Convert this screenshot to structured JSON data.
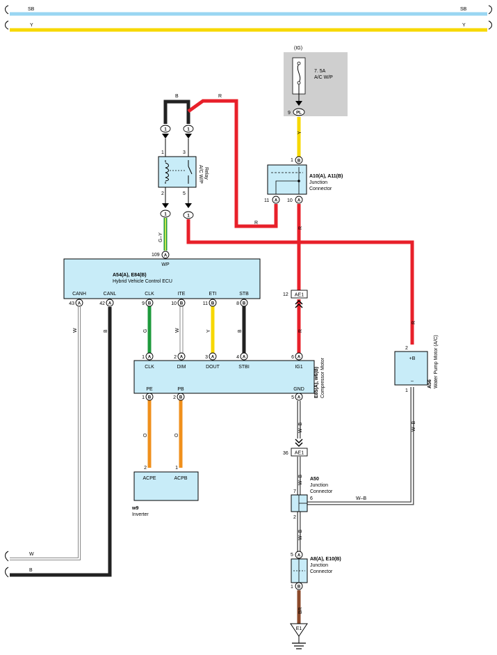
{
  "colors": {
    "sb": "#9ad6f2",
    "y": "#f7d800",
    "r": "#e8202a",
    "b": "#222222",
    "w": "#ffffff",
    "g": "#1e9a3c",
    "o": "#f0901c",
    "br": "#8b4a2b",
    "gy": "#7cc242",
    "box": "#c8ecf8",
    "fusebox": "#cfcfcf"
  },
  "top_wires": {
    "sb": "SB",
    "y": "Y"
  },
  "fuse": {
    "group": "(IG)",
    "rating": "7. 5A",
    "name": "A/C W/P",
    "pin": "9",
    "conn": "PL",
    "wire": "Y"
  },
  "relay": {
    "name_line1": "A/C W/P",
    "name_line2": "Relay",
    "pins": [
      "1",
      "3",
      "2",
      "5"
    ],
    "conn_label": "1",
    "wire_b": "B",
    "wire_r": "R",
    "wire_gy": "G–Y"
  },
  "jc_a10": {
    "title": "A10(A), A11(B)",
    "line2": "Junction",
    "line3": "Connector",
    "pin_top": "1",
    "pin_top_conn": "B",
    "pin_l": "11",
    "pin_l_conn": "A",
    "pin_r": "10",
    "pin_r_conn": "A",
    "wire_r1": "R",
    "wire_r2": "R"
  },
  "ecu": {
    "title": "A54(A), E84(B)",
    "subtitle": "Hybrid Vehicle Control ECU",
    "wp_pin": "109",
    "wp_conn": "A",
    "wp_label": "WP",
    "terms": [
      {
        "label": "CANH",
        "pin": "43",
        "conn": "A",
        "wire": "W"
      },
      {
        "label": "CANL",
        "pin": "42",
        "conn": "A",
        "wire": "B"
      },
      {
        "label": "CLK",
        "pin": "9",
        "conn": "B",
        "wire": "G"
      },
      {
        "label": "ITE",
        "pin": "10",
        "conn": "B",
        "wire": "W"
      },
      {
        "label": "ETI",
        "pin": "11",
        "conn": "B",
        "wire": "Y"
      },
      {
        "label": "STB",
        "pin": "8",
        "conn": "B",
        "wire": "B"
      }
    ]
  },
  "motor": {
    "title": "E85(A), w6(B)",
    "subtitle": "Compressor Motor",
    "terms_top": [
      {
        "label": "CLK",
        "pin": "1",
        "conn": "A"
      },
      {
        "label": "DIM",
        "pin": "2",
        "conn": "A"
      },
      {
        "label": "DOUT",
        "pin": "3",
        "conn": "A"
      },
      {
        "label": "STBI",
        "pin": "4",
        "conn": "A"
      },
      {
        "label": "IG1",
        "pin": "6",
        "conn": "A"
      }
    ],
    "terms_bottom": [
      {
        "label": "PE",
        "pin": "1",
        "conn": "B"
      },
      {
        "label": "PB",
        "pin": "2",
        "conn": "B"
      },
      {
        "label": "GND",
        "pin": "5",
        "conn": "A"
      }
    ]
  },
  "ae1_upper": {
    "pin": "12",
    "name": "AE1",
    "wire": "R"
  },
  "ae1_lower": {
    "pin": "36",
    "name": "AE1",
    "wire_above": "W–B",
    "wire_below": "W–B"
  },
  "pump": {
    "title": "A56",
    "subtitle": "Water Pump Motor (A/C)",
    "plus": "+B",
    "minus": "–",
    "pin_top": "2",
    "pin_bottom": "1",
    "wire_r": "R",
    "wire_wb": "W–B"
  },
  "inverter": {
    "title": "w9",
    "subtitle": "Inverter",
    "terms": [
      {
        "label": "ACPE",
        "pin": "2"
      },
      {
        "label": "ACPB",
        "pin": "1"
      }
    ],
    "wire": "O"
  },
  "jc_a50": {
    "title": "A50",
    "line2": "Junction",
    "line3": "Connector",
    "pin_top": "7",
    "pin_right": "6",
    "pin_bottom": "2",
    "wire_right": "W–B",
    "wire_below": "W–B"
  },
  "jc_a8": {
    "title": "A8(A), E10(B)",
    "line2": "Junction",
    "line3": "Connector",
    "pin_top": "5",
    "pin_top_conn": "A",
    "pin_bottom": "1",
    "pin_bottom_conn": "B",
    "wire_br": "BR"
  },
  "ground": {
    "name": "E1"
  },
  "left_wires": {
    "w": "W",
    "b": "B"
  }
}
